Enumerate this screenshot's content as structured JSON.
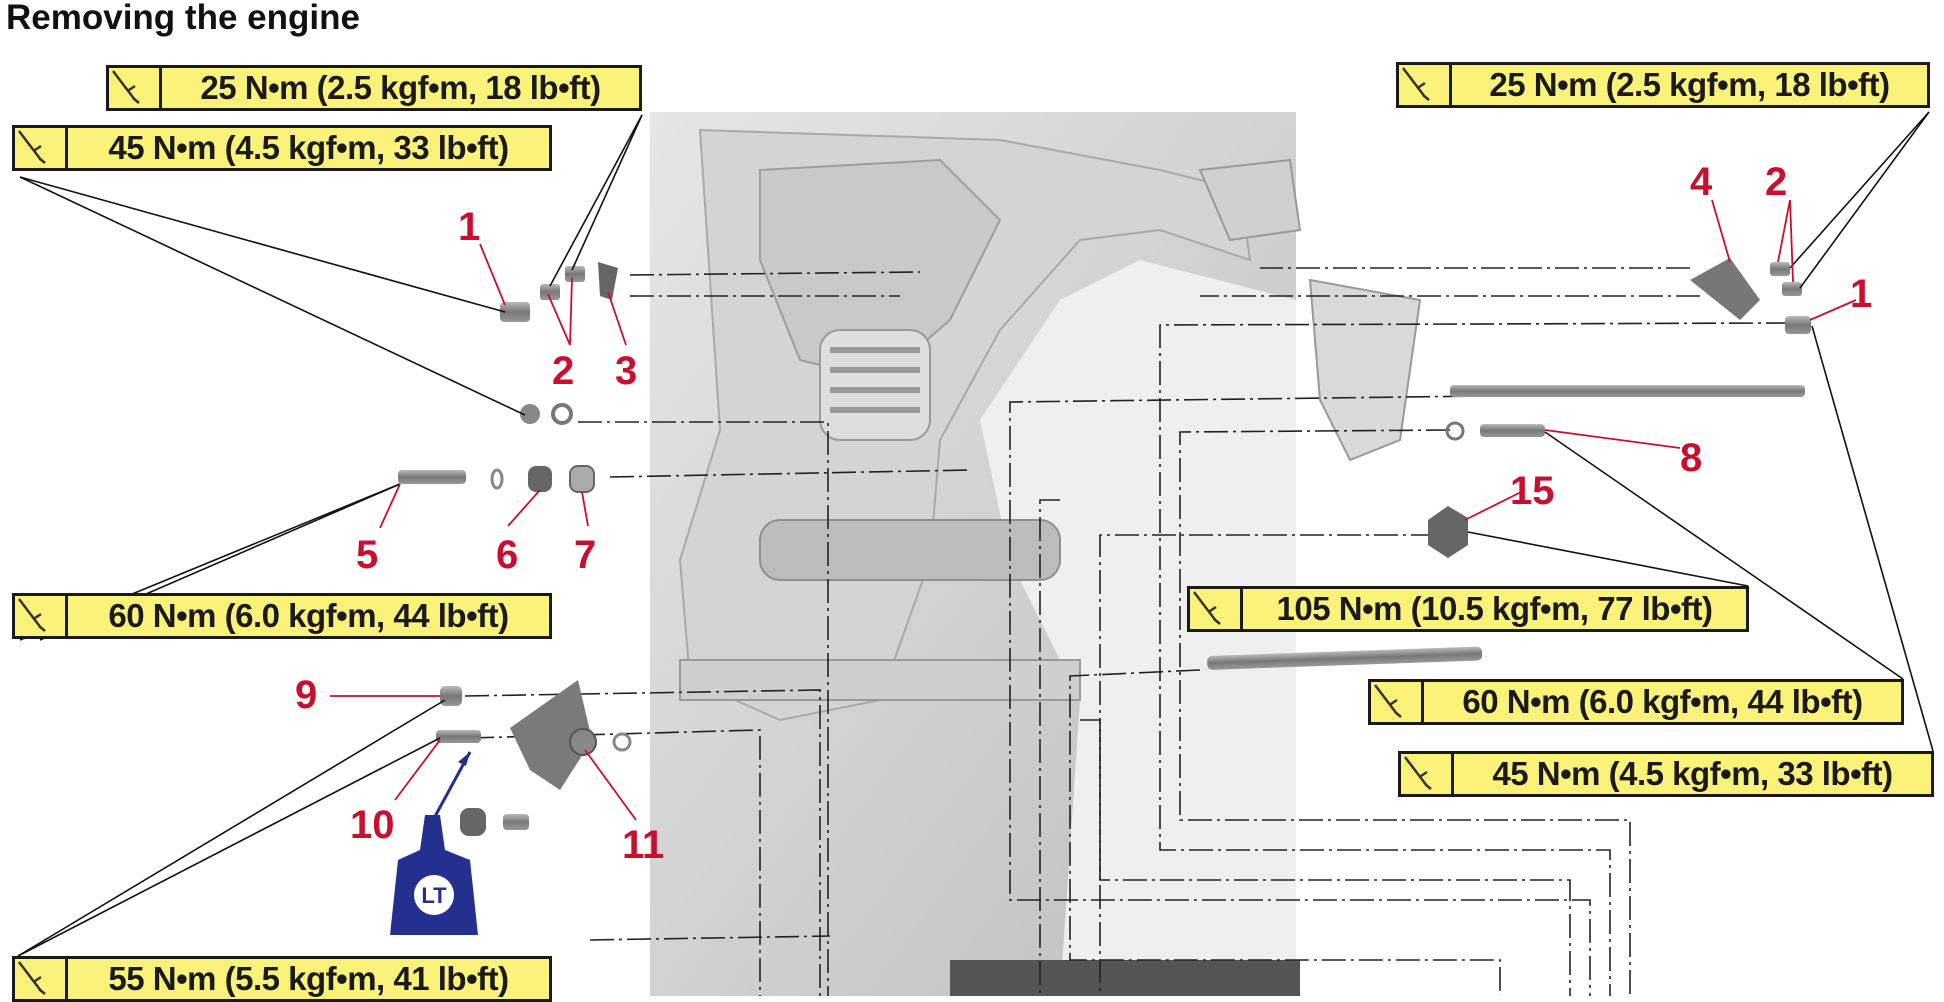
{
  "title": "Removing the engine",
  "torque_specs": [
    {
      "id": "t25_left",
      "label": "25 N•m (2.5 kgf•m, 18 lb•ft)"
    },
    {
      "id": "t45_left",
      "label": "45 N•m (4.5 kgf•m, 33 lb•ft)"
    },
    {
      "id": "t25_right",
      "label": "25 N•m (2.5 kgf•m, 18 lb•ft)"
    },
    {
      "id": "t60_left",
      "label": "60 N•m (6.0 kgf•m, 44 lb•ft)"
    },
    {
      "id": "t105",
      "label": "105 N•m (10.5 kgf•m, 77 lb•ft)"
    },
    {
      "id": "t60_right",
      "label": "60 N•m (6.0 kgf•m, 44 lb•ft)"
    },
    {
      "id": "t45_right",
      "label": "45 N•m (4.5 kgf•m, 33 lb•ft)"
    },
    {
      "id": "t55_left",
      "label": "55 N•m (5.5 kgf•m, 41 lb•ft)"
    }
  ],
  "part_numbers": [
    "1",
    "2",
    "3",
    "4",
    "2",
    "1",
    "5",
    "6",
    "7",
    "8",
    "15",
    "9",
    "10",
    "11"
  ],
  "locktite_label": "LT",
  "colors": {
    "callout_red": "#c8102e",
    "box_yellow": "#fbf27a",
    "lt_blue": "#23308f"
  }
}
